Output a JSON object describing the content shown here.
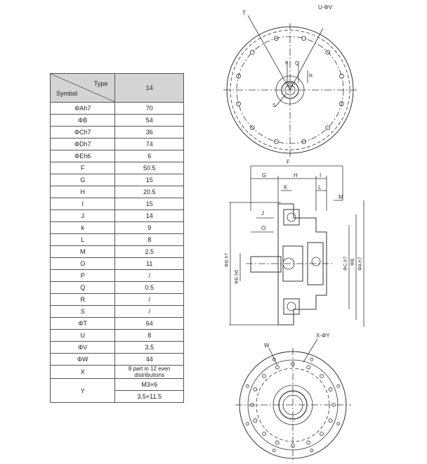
{
  "table": {
    "header_type": "Type",
    "header_symbol": "Symbol",
    "header_value": "14",
    "rows": [
      {
        "symbol": "ΦAh7",
        "value": "70"
      },
      {
        "symbol": "ΦB",
        "value": "54"
      },
      {
        "symbol": "ΦCh7",
        "value": "36"
      },
      {
        "symbol": "ΦDh7",
        "value": "74"
      },
      {
        "symbol": "ΦEh6",
        "value": "6"
      },
      {
        "symbol": "F",
        "value": "50.5"
      },
      {
        "symbol": "G",
        "value": "15"
      },
      {
        "symbol": "H",
        "value": "20.5"
      },
      {
        "symbol": "I",
        "value": "15"
      },
      {
        "symbol": "J",
        "value": "14"
      },
      {
        "symbol": "k",
        "value": "9"
      },
      {
        "symbol": "L",
        "value": "8"
      },
      {
        "symbol": "M",
        "value": "2.5"
      },
      {
        "symbol": "O",
        "value": "11"
      },
      {
        "symbol": "P",
        "value": "/"
      },
      {
        "symbol": "Q",
        "value": "0.5"
      },
      {
        "symbol": "R",
        "value": "/"
      },
      {
        "symbol": "S",
        "value": "/"
      },
      {
        "symbol": "ΦT",
        "value": "64"
      },
      {
        "symbol": "U",
        "value": "8"
      },
      {
        "symbol": "ΦV",
        "value": "3.5"
      },
      {
        "symbol": "ΦW",
        "value": "44"
      },
      {
        "symbol": "X",
        "value": "8 part in 12 even distributions"
      }
    ],
    "y_symbol": "Y",
    "y_values": [
      "M3×6",
      "3.5×11.5"
    ]
  },
  "drawings": {
    "top_view": {
      "label_T": "T",
      "label_UV": "U-ΦV",
      "label_P": "P",
      "label_Q": "Q",
      "label_R": "R",
      "label_S": "S"
    },
    "side_view": {
      "label_F": "F",
      "label_G": "G",
      "label_H": "H",
      "label_I": "I",
      "label_K": "K",
      "label_L": "L",
      "label_M": "M",
      "label_J": "J",
      "label_O": "O",
      "label_Dh7": "ΦD h7",
      "label_Eh6": "ΦE h6",
      "label_Ch7": "ΦC h7",
      "label_B": "ΦB",
      "label_Ah7": "ΦA h7"
    },
    "bottom_view": {
      "label_W": "W",
      "label_XY": "X-ΦY"
    }
  }
}
